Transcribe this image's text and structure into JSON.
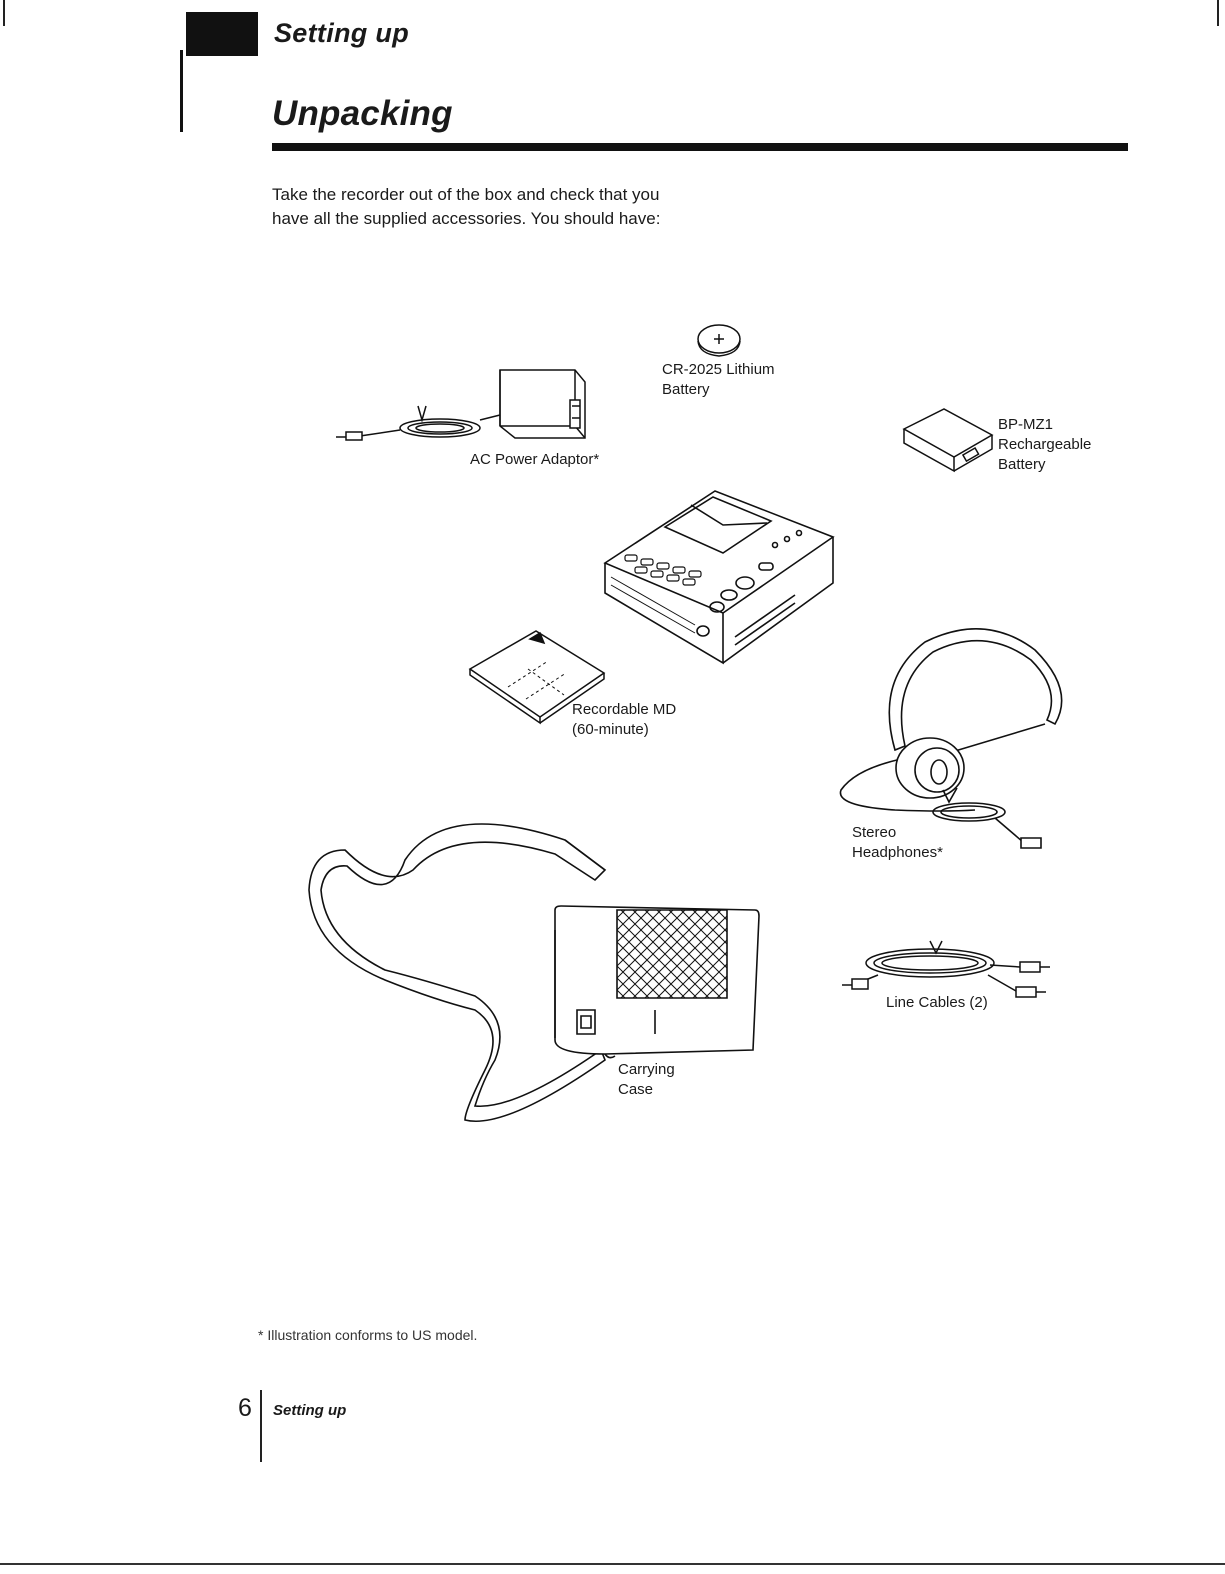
{
  "header": {
    "section_title": "Setting up",
    "page_title": "Unpacking"
  },
  "intro": {
    "line1": "Take the recorder out of the box and check that you",
    "line2": "have all the supplied accessories. You should have:"
  },
  "accessories": {
    "ac_adaptor": "AC Power Adaptor*",
    "lithium_battery": [
      "CR-2025 Lithium",
      "Battery"
    ],
    "rechargeable_battery": [
      "BP-MZ1",
      "Rechargeable",
      "Battery"
    ],
    "recordable_md": [
      "Recordable MD",
      "(60-minute)"
    ],
    "headphones": [
      "Stereo",
      "Headphones*"
    ],
    "line_cables": "Line Cables (2)",
    "carrying_case": [
      "Carrying",
      "Case"
    ]
  },
  "footnote": "* Illustration conforms to US model.",
  "footer": {
    "page_number": "6",
    "section": "Setting up"
  }
}
